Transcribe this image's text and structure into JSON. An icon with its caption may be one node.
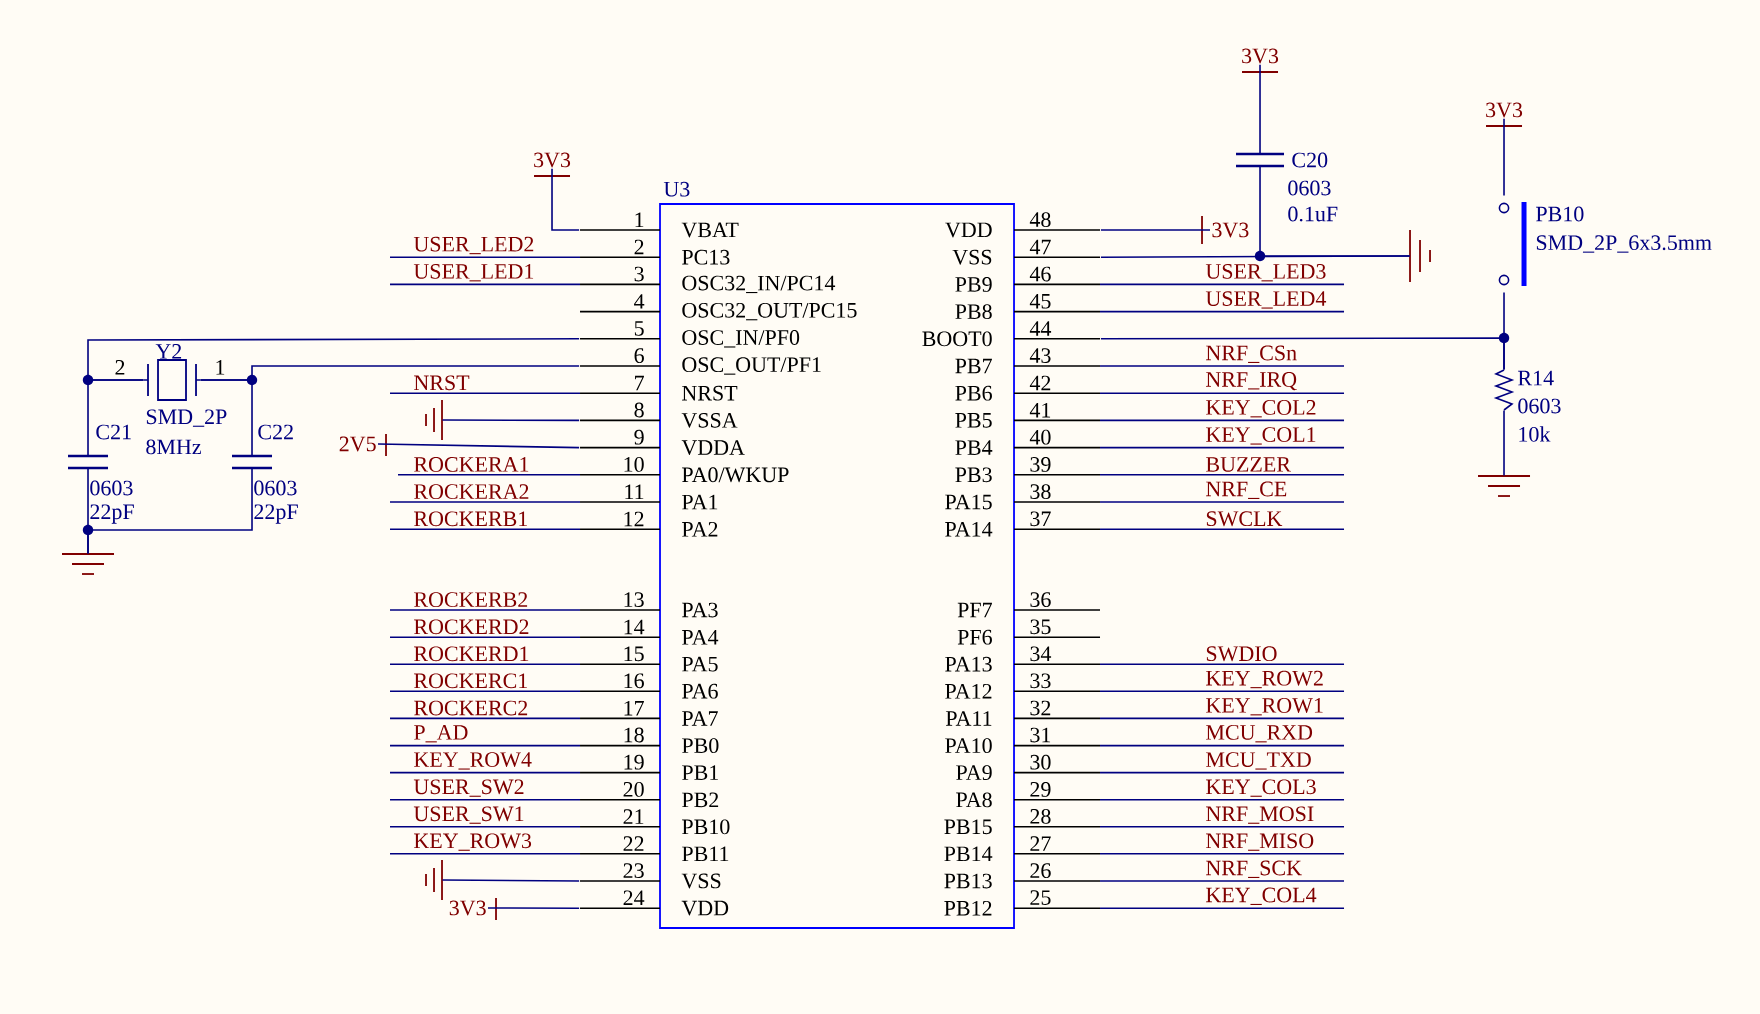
{
  "diagram": {
    "nodes": [
      {
        "text": [
          "U3",
          "VBAT",
          "PC13",
          "OSC32_IN/PC14",
          "OSC32_OUT/PC15",
          "OSC_IN/PF0",
          "OSC_OUT/PF1",
          "NRST",
          "VSSA",
          "VDDA",
          "PA0/WKUP",
          "PA1",
          "PA2",
          "PA3",
          "PA4",
          "PA5",
          "PA6",
          "PA7",
          "PB0",
          "PB1",
          "PB2",
          "PB10",
          "PB11",
          "VSS",
          "VDD",
          "VDD",
          "VSS",
          "PB9",
          "PB8",
          "BOOT0",
          "PB7",
          "PB6",
          "PB5",
          "PB4",
          "PB3",
          "PA15",
          "PA14",
          "PF7",
          "PF6",
          "PA13",
          "PA12",
          "PA11",
          "PA10",
          "PA9",
          "PA8",
          "PB15",
          "PB14",
          "PB13",
          "PB12"
        ]
      },
      {
        "text": [
          "Y2",
          "SMD_2P",
          "8MHz"
        ]
      },
      {
        "text": [
          "C21",
          "0603",
          "22pF"
        ]
      },
      {
        "text": [
          "C22",
          "0603",
          "22pF"
        ]
      },
      {
        "text": [],
        "shape": "ground"
      },
      {
        "text": [
          "3V3"
        ]
      },
      {
        "text": [],
        "shape": "ground"
      },
      {
        "text": [
          "2V5"
        ]
      },
      {
        "text": [],
        "shape": "ground"
      },
      {
        "text": [
          "3V3"
        ]
      },
      {
        "text": [
          "3V3"
        ]
      },
      {
        "text": [
          "3V3"
        ]
      },
      {
        "text": [
          "C20",
          "0603",
          "0.1uF"
        ]
      },
      {
        "text": [],
        "shape": "ground"
      },
      {
        "text": [
          "3V3"
        ]
      },
      {
        "text": [
          "PB10",
          "SMD_2P_6x3.5mm"
        ]
      },
      {
        "text": [
          "R14",
          "0603",
          "10k"
        ]
      },
      {
        "text": [],
        "shape": "ground"
      }
    ],
    "edges": [
      {
        "from": 0,
        "to": 1,
        "arrow": "none"
      },
      {
        "from": 0,
        "to": 1,
        "arrow": "none"
      },
      {
        "from": 1,
        "to": 2,
        "arrow": "none"
      },
      {
        "from": 1,
        "to": 3,
        "arrow": "none"
      },
      {
        "from": 2,
        "to": 4,
        "arrow": "none"
      },
      {
        "from": 3,
        "to": 4,
        "arrow": "none"
      },
      {
        "from": 0,
        "to": 5,
        "arrow": "none"
      },
      {
        "from": 0,
        "to": 6,
        "arrow": "none"
      },
      {
        "from": 0,
        "to": 7,
        "arrow": "none"
      },
      {
        "from": 0,
        "to": 8,
        "arrow": "none"
      },
      {
        "from": 0,
        "to": 9,
        "arrow": "none"
      },
      {
        "from": 0,
        "to": 10,
        "arrow": "none"
      },
      {
        "from": 0,
        "to": 13,
        "arrow": "none"
      },
      {
        "from": 12,
        "to": 13,
        "arrow": "none"
      },
      {
        "from": 11,
        "to": 12,
        "arrow": "none"
      },
      {
        "from": 14,
        "to": 15,
        "arrow": "none"
      },
      {
        "from": 15,
        "to": 16,
        "arrow": "none"
      },
      {
        "from": 0,
        "to": 16,
        "arrow": "none"
      },
      {
        "from": 16,
        "to": 17,
        "arrow": "none"
      }
    ],
    "labels": [
      "2",
      "1",
      "1",
      "USER_LED2",
      "2",
      "USER_LED1",
      "3",
      "4",
      "5",
      "6",
      "NRST",
      "7",
      "8",
      "9",
      "ROCKERA1",
      "10",
      "ROCKERA2",
      "11",
      "ROCKERB1",
      "12",
      "ROCKERB2",
      "13",
      "ROCKERD2",
      "14",
      "ROCKERD1",
      "15",
      "ROCKERC1",
      "16",
      "ROCKERC2",
      "17",
      "P_AD",
      "18",
      "KEY_ROW4",
      "19",
      "USER_SW2",
      "20",
      "USER_SW1",
      "21",
      "KEY_ROW3",
      "22",
      "23",
      "24",
      "48",
      "47",
      "46",
      "USER_LED3",
      "45",
      "USER_LED4",
      "44",
      "43",
      "NRF_CSn",
      "42",
      "NRF_IRQ",
      "41",
      "KEY_COL2",
      "40",
      "KEY_COL1",
      "39",
      "BUZZER",
      "38",
      "NRF_CE",
      "37",
      "SWCLK",
      "36",
      "35",
      "34",
      "SWDIO",
      "33",
      "KEY_ROW2",
      "32",
      "KEY_ROW1",
      "31",
      "MCU_RXD",
      "30",
      "MCU_TXD",
      "29",
      "KEY_COL3",
      "28",
      "NRF_MOSI",
      "27",
      "NRF_MISO",
      "26",
      "NRF_SCK",
      "25",
      "KEY_COL4"
    ]
  }
}
